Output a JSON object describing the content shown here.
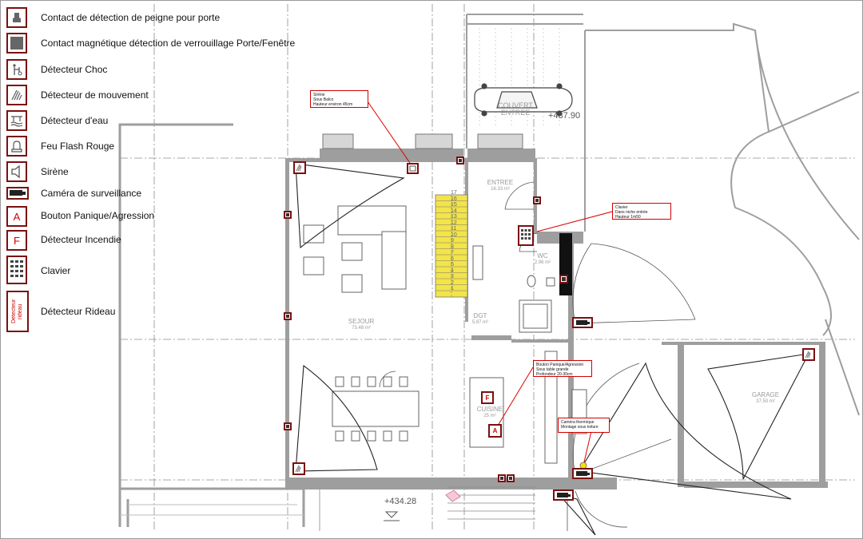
{
  "legend": [
    {
      "icon": "comb-contact-icon",
      "label": "Contact de détection de peigne pour porte"
    },
    {
      "icon": "magnetic-contact-icon",
      "label": "Contact magnétique détection de verrouillage Porte/Fenêtre"
    },
    {
      "icon": "shock-detector-icon",
      "label": "Détecteur Choc"
    },
    {
      "icon": "motion-detector-icon",
      "label": "Détecteur de mouvement"
    },
    {
      "icon": "water-detector-icon",
      "label": "Détecteur d'eau"
    },
    {
      "icon": "red-flash-icon",
      "label": "Feu Flash Rouge"
    },
    {
      "icon": "siren-icon",
      "label": "Sirène"
    },
    {
      "icon": "camera-icon",
      "label": "Caméra de surveillance"
    },
    {
      "icon": "panic-button-icon",
      "label": "Bouton Panique/Agression",
      "letter": "A"
    },
    {
      "icon": "fire-detector-icon",
      "label": "Détecteur Incendie",
      "letter": "F"
    },
    {
      "icon": "keypad-icon",
      "label": "Clavier"
    },
    {
      "icon": "curtain-detector-icon",
      "label": "Détecteur Rideau",
      "icon_text": "Détecteur rideau"
    }
  ],
  "callouts": {
    "siren": [
      "Sirène",
      "Sous Balco",
      "Hauteur environ 45cm"
    ],
    "keypad": [
      "Clavier",
      "Dans niche entrée",
      "Hauteur 1m50"
    ],
    "panic": [
      "Bouton Panique/Agression",
      "Sous table grande",
      "Profondeur 20-30cm"
    ],
    "thermal": [
      "Caméra thermique",
      "Montage sous toiture"
    ]
  },
  "rooms": {
    "entree": {
      "name": "ENTREE",
      "area": "16.33 m²"
    },
    "wc": {
      "name": "WC",
      "area": "2.96 m²"
    },
    "sejour": {
      "name": "SEJOUR",
      "area": "73.48 m²"
    },
    "dgt": {
      "name": "DGT",
      "area": "5.87 m²"
    },
    "cuisine": {
      "name": "CUISINE",
      "area": "25 m²"
    },
    "garage": {
      "name": "GARAGE",
      "area": "37.50 m²"
    },
    "couvert": {
      "name": "COUVERT",
      "area": "ENTREE"
    }
  },
  "levels": {
    "upper": "+437.90",
    "lower": "+434.28"
  },
  "stair_steps": [
    "17",
    "16",
    "15",
    "14",
    "13",
    "12",
    "11",
    "10",
    "9",
    "8",
    "7",
    "6",
    "5",
    "4",
    "3",
    "2",
    "1"
  ],
  "plan_letters": {
    "fire": "F",
    "panic": "A"
  },
  "colors": {
    "accent": "#7a1010",
    "callout": "#d00000",
    "stairs": "#f2e44a",
    "wall": "#9e9e9e"
  }
}
